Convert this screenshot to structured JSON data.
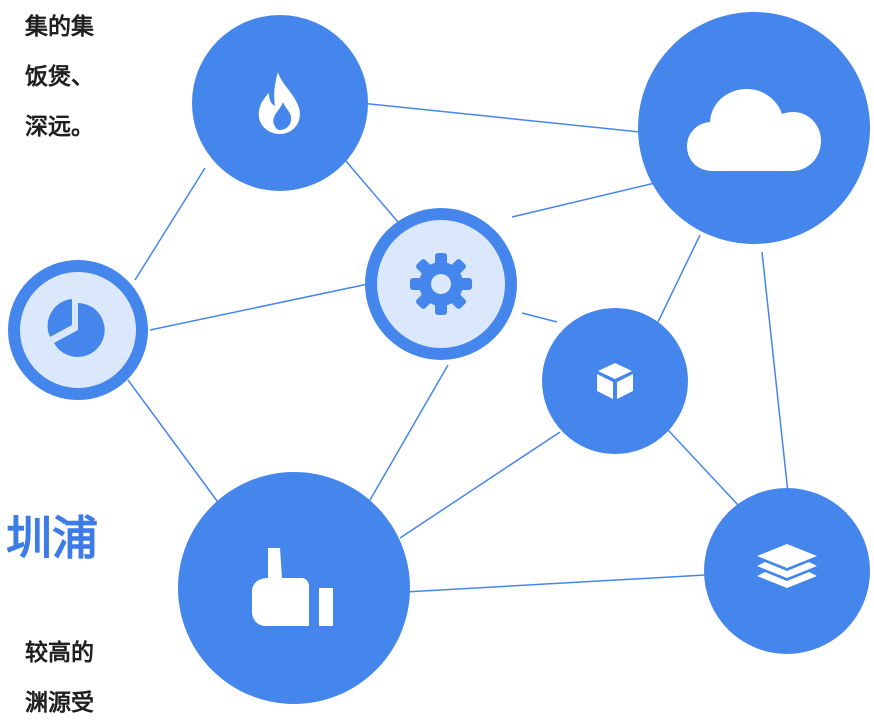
{
  "text": {
    "para_top": [
      "集的集",
      "饭煲、",
      "深远。"
    ],
    "heading": "圳浦",
    "para_bottom": [
      "较高的",
      "渊源受"
    ]
  },
  "network": {
    "colors": {
      "node": "#4586ec",
      "ring_fill": "#dbe7fb",
      "edge": "#4586ec",
      "icon": "#ffffff"
    },
    "nodes": [
      {
        "id": "fire",
        "icon": "fire-icon"
      },
      {
        "id": "cloud",
        "icon": "cloud-icon"
      },
      {
        "id": "gear",
        "icon": "gear-icon"
      },
      {
        "id": "pie",
        "icon": "pie-chart-icon"
      },
      {
        "id": "cube",
        "icon": "cube-icon"
      },
      {
        "id": "thumb",
        "icon": "thumbs-up-icon"
      },
      {
        "id": "stack",
        "icon": "layers-icon"
      }
    ]
  }
}
